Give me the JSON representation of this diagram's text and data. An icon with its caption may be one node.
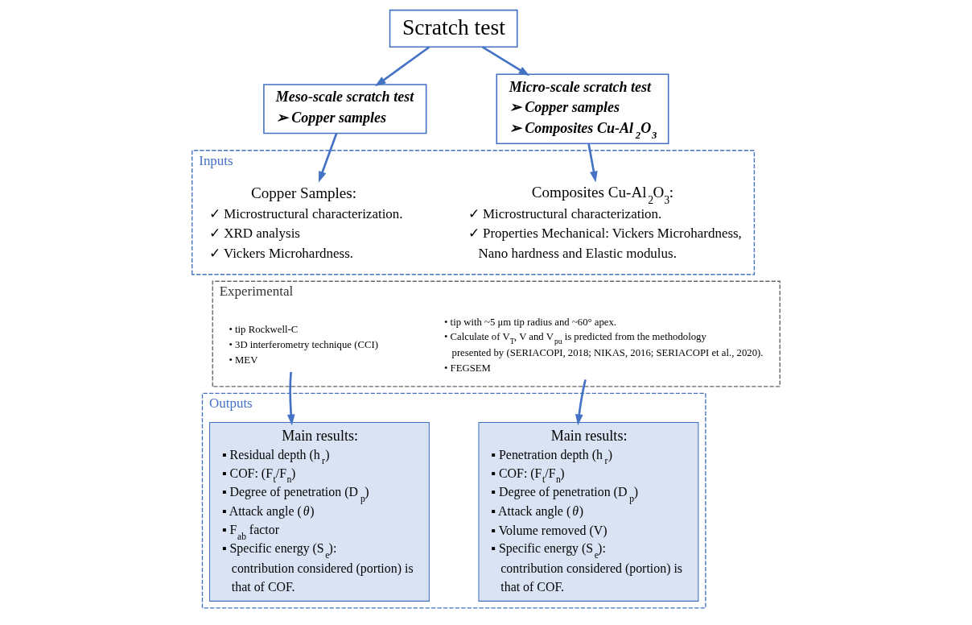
{
  "diagram": {
    "nodes": [
      {
        "text": [
          "Scratch test"
        ]
      },
      {
        "text": [
          "Meso-scale scratch test",
          "➢ Copper samples"
        ]
      },
      {
        "text": [
          "Micro-scale scratch test",
          "➢ Copper samples",
          "➢ Composites Cu-Al$_{2}$O$_{3}$"
        ]
      },
      {
        "text": [
          "Inputs"
        ]
      },
      {
        "text": [
          "Copper Samples:",
          "✓ Microstructural characterization.",
          "✓ XRD analysis",
          "✓ Vickers Microhardness."
        ],
        "in": 3
      },
      {
        "text": [
          "Composites Cu-Al$_{2}$O$_{3}$:",
          "✓ Microstructural characterization.",
          "✓ Properties Mechanical: Vickers Microhardness, Nano hardness and Elastic modulus."
        ],
        "in": 3
      },
      {
        "text": [
          "Experimental"
        ]
      },
      {
        "text": [
          "• tip Rockwell-C",
          "• 3D interferometry technique (CCI)",
          "• MEV"
        ],
        "in": 6
      },
      {
        "text": [
          "• tip with ~5 μm tip radius and ~60° apex.",
          "• Calculate of V$_{T}$, V and V$_{pu}$ is predicted from the methodology presented by (SERIACOPI, 2018; NIKAS, 2016; SERIACOPI et al., 2020).",
          "• FEGSEM"
        ],
        "in": 6
      },
      {
        "text": [
          "Outputs"
        ]
      },
      {
        "text": [
          "Main results:",
          "▪ Residual depth (h$_{r}$)",
          "▪ COF: (F$_{t}$/F$_{n}$)",
          "▪ Degree of penetration (D$_{p}$)",
          "▪ Attack angle (*θ*)",
          "▪ F$_{ab}$ factor",
          "▪ Specific energy (S$_{e}$): contribution considered (portion) is that of COF."
        ],
        "in": 9
      },
      {
        "text": [
          "Main results:",
          "▪ Penetration depth (h$_{r}$)",
          "▪ COF: (F$_{t}$/F$_{n}$)",
          "▪ Degree of penetration (D$_{p}$)",
          "▪ Attack angle (*θ*)",
          "▪ Volume removed (V)",
          "▪ Specific energy (S$_{e}$): contribution considered (portion) is that of COF."
        ],
        "in": 9
      }
    ],
    "edges": [
      {
        "from": 0,
        "to": 1,
        "arrow": "to"
      },
      {
        "from": 0,
        "to": 2,
        "arrow": "to"
      },
      {
        "from": 1,
        "to": 4,
        "arrow": "to"
      },
      {
        "from": 2,
        "to": 5,
        "arrow": "to"
      },
      {
        "from": 7,
        "to": 10,
        "arrow": "to"
      },
      {
        "from": 8,
        "to": 11,
        "arrow": "to"
      }
    ]
  }
}
